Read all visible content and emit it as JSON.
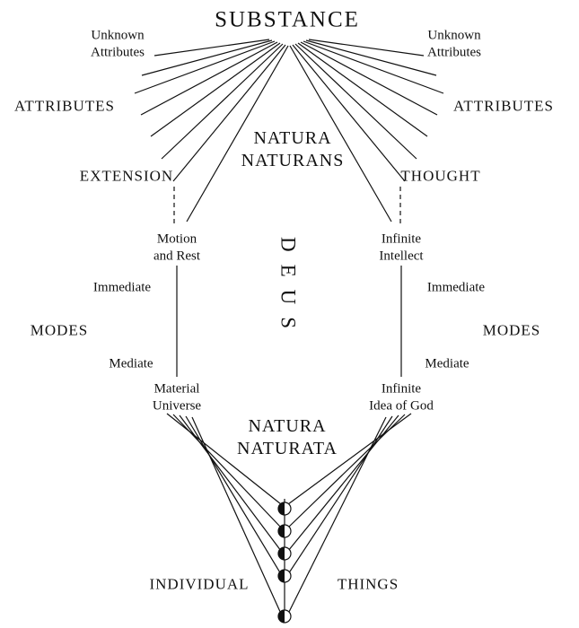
{
  "diagram": {
    "substance": "SUBSTANCE",
    "natura_naturans": "NATURA\nNATURANS",
    "deus": "DEUS",
    "natura_naturata": "NATURA\nNATURATA",
    "individual": "INDIVIDUAL",
    "things": "THINGS",
    "left": {
      "unknown_attributes": "Unknown\nAttributes",
      "attributes": "ATTRIBUTES",
      "extension": "EXTENSION",
      "first_mode": "Motion\nand Rest",
      "immediate": "Immediate",
      "modes": "MODES",
      "mediate": "Mediate",
      "last_mode": "Material\nUniverse"
    },
    "right": {
      "unknown_attributes": "Unknown\nAttributes",
      "attributes": "ATTRIBUTES",
      "thought": "THOUGHT",
      "first_mode": "Infinite\nIntellect",
      "immediate": "Immediate",
      "modes": "MODES",
      "mediate": "Mediate",
      "last_mode": "Infinite\nIdea of God"
    },
    "colors": {
      "ink": "#111111",
      "background": "#ffffff"
    }
  }
}
